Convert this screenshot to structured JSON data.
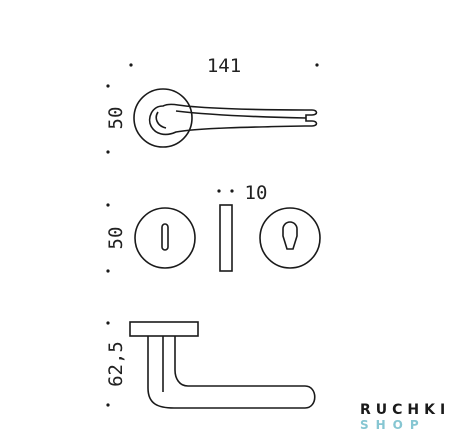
{
  "dimensions": {
    "top_width": "141",
    "top_height": "50",
    "middle_height": "50",
    "rose_thickness": "10",
    "bottom_height": "62,5"
  },
  "brand": {
    "line1": "RUCHKI",
    "line2": "SHOP"
  },
  "colors": {
    "line": "#1a1a1a",
    "brand_accent": "#86c6d2"
  }
}
